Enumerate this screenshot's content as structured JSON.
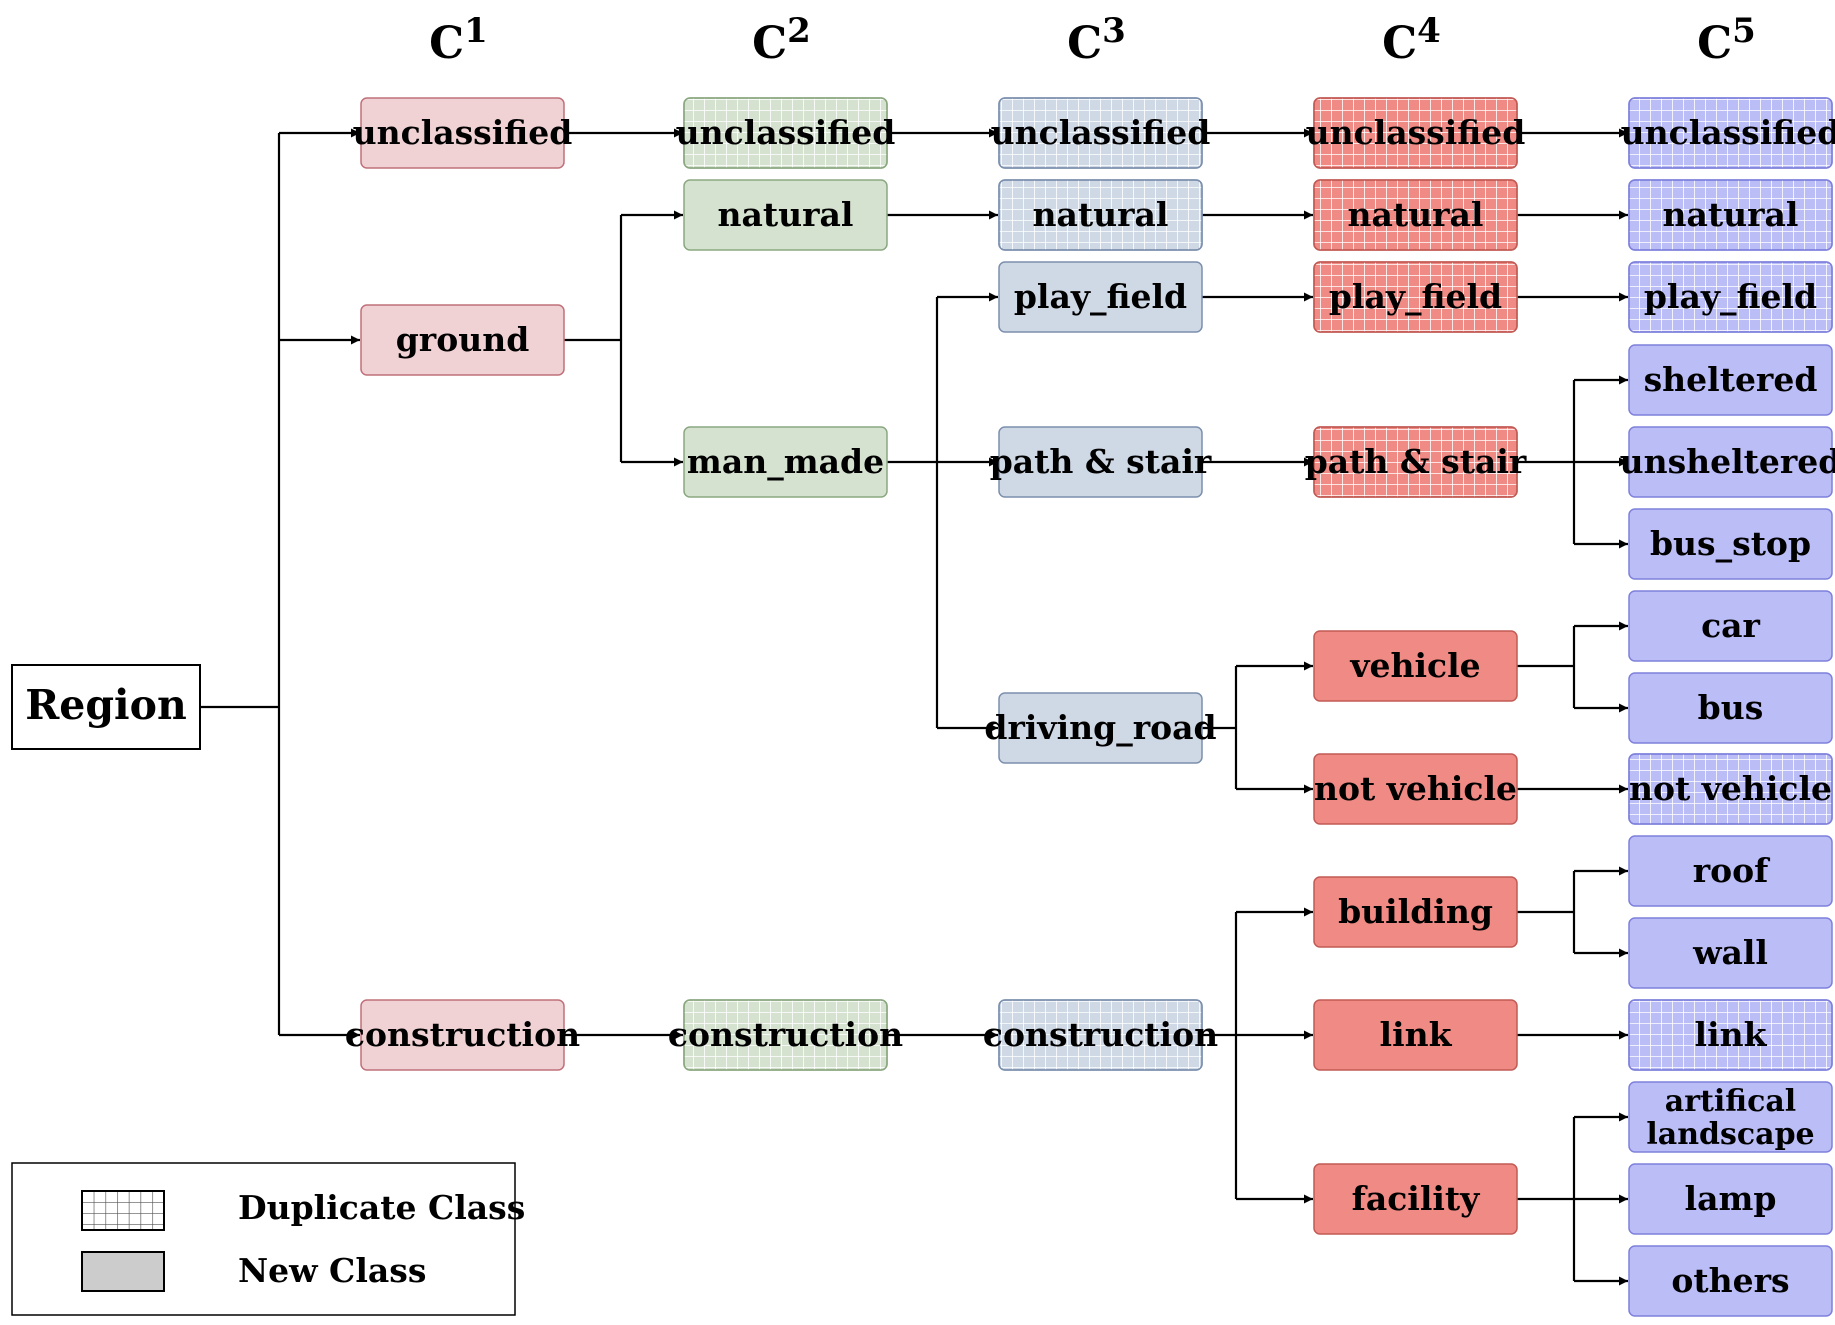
{
  "root": {
    "label": "Region"
  },
  "levels": [
    {
      "id": "c1",
      "base": "C",
      "sup": "1"
    },
    {
      "id": "c2",
      "base": "C",
      "sup": "2"
    },
    {
      "id": "c3",
      "base": "C",
      "sup": "3"
    },
    {
      "id": "c4",
      "base": "C",
      "sup": "4"
    },
    {
      "id": "c5",
      "base": "C",
      "sup": "5"
    }
  ],
  "colors": {
    "c1": {
      "fill": "#f0d2d5",
      "stroke": "#c0707a"
    },
    "c2": {
      "fill": "#d6e2d0",
      "stroke": "#8aa880"
    },
    "c3": {
      "fill": "#cfd8e5",
      "stroke": "#7c8fad"
    },
    "c4": {
      "fill": "#f08a84",
      "stroke": "#c25a55"
    },
    "c5": {
      "fill": "#bbbdf7",
      "stroke": "#7e80dc"
    },
    "grid": "#ffffff",
    "legend_new": "#cccccc"
  },
  "nodes": [
    {
      "id": "c1-unclassified",
      "level": "c1",
      "row": 0,
      "label": "unclassified",
      "duplicate": false
    },
    {
      "id": "c1-ground",
      "level": "c1",
      "row": 1,
      "label": "ground",
      "duplicate": false
    },
    {
      "id": "c1-construction",
      "level": "c1",
      "row": 2,
      "label": "construction",
      "duplicate": false
    },
    {
      "id": "c2-unclassified",
      "level": "c2",
      "row": 0,
      "label": "unclassified",
      "duplicate": true
    },
    {
      "id": "c2-natural",
      "level": "c2",
      "row": 1,
      "label": "natural",
      "duplicate": false
    },
    {
      "id": "c2-man_made",
      "level": "c2",
      "row": 2,
      "label": "man_made",
      "duplicate": false
    },
    {
      "id": "c2-construction",
      "level": "c2",
      "row": 3,
      "label": "construction",
      "duplicate": true
    },
    {
      "id": "c3-unclassified",
      "level": "c3",
      "row": 0,
      "label": "unclassified",
      "duplicate": true
    },
    {
      "id": "c3-natural",
      "level": "c3",
      "row": 1,
      "label": "natural",
      "duplicate": true
    },
    {
      "id": "c3-play_field",
      "level": "c3",
      "row": 2,
      "label": "play_field",
      "duplicate": false
    },
    {
      "id": "c3-path_stair",
      "level": "c3",
      "row": 3,
      "label": "path & stair",
      "duplicate": false
    },
    {
      "id": "c3-driving_road",
      "level": "c3",
      "row": 4,
      "label": "driving_road",
      "duplicate": false
    },
    {
      "id": "c3-construction",
      "level": "c3",
      "row": 5,
      "label": "construction",
      "duplicate": true
    },
    {
      "id": "c4-unclassified",
      "level": "c4",
      "row": 0,
      "label": "unclassified",
      "duplicate": true
    },
    {
      "id": "c4-natural",
      "level": "c4",
      "row": 1,
      "label": "natural",
      "duplicate": true
    },
    {
      "id": "c4-play_field",
      "level": "c4",
      "row": 2,
      "label": "play_field",
      "duplicate": true
    },
    {
      "id": "c4-path_stair",
      "level": "c4",
      "row": 3,
      "label": "path & stair",
      "duplicate": true
    },
    {
      "id": "c4-vehicle",
      "level": "c4",
      "row": 4,
      "label": "vehicle",
      "duplicate": false
    },
    {
      "id": "c4-not_vehicle",
      "level": "c4",
      "row": 5,
      "label": "not vehicle",
      "duplicate": false
    },
    {
      "id": "c4-building",
      "level": "c4",
      "row": 6,
      "label": "building",
      "duplicate": false
    },
    {
      "id": "c4-link",
      "level": "c4",
      "row": 7,
      "label": "link",
      "duplicate": false
    },
    {
      "id": "c4-facility",
      "level": "c4",
      "row": 8,
      "label": "facility",
      "duplicate": false
    },
    {
      "id": "c5-unclassified",
      "level": "c5",
      "row": 0,
      "label": "unclassified",
      "duplicate": true
    },
    {
      "id": "c5-natural",
      "level": "c5",
      "row": 1,
      "label": "natural",
      "duplicate": true
    },
    {
      "id": "c5-play_field",
      "level": "c5",
      "row": 2,
      "label": "play_field",
      "duplicate": true
    },
    {
      "id": "c5-sheltered",
      "level": "c5",
      "row": 3,
      "label": "sheltered",
      "duplicate": false
    },
    {
      "id": "c5-unsheltered",
      "level": "c5",
      "row": 4,
      "label": "unsheltered",
      "duplicate": false
    },
    {
      "id": "c5-bus_stop",
      "level": "c5",
      "row": 5,
      "label": "bus_stop",
      "duplicate": false
    },
    {
      "id": "c5-car",
      "level": "c5",
      "row": 6,
      "label": "car",
      "duplicate": false
    },
    {
      "id": "c5-bus",
      "level": "c5",
      "row": 7,
      "label": "bus",
      "duplicate": false
    },
    {
      "id": "c5-not_vehicle",
      "level": "c5",
      "row": 8,
      "label": "not vehicle",
      "duplicate": true
    },
    {
      "id": "c5-roof",
      "level": "c5",
      "row": 9,
      "label": "roof",
      "duplicate": false
    },
    {
      "id": "c5-wall",
      "level": "c5",
      "row": 10,
      "label": "wall",
      "duplicate": false
    },
    {
      "id": "c5-link",
      "level": "c5",
      "row": 11,
      "label": "link",
      "duplicate": true
    },
    {
      "id": "c5-artifical_landscape",
      "level": "c5",
      "row": 12,
      "label": "artifical\nlandscape",
      "duplicate": false
    },
    {
      "id": "c5-lamp",
      "level": "c5",
      "row": 13,
      "label": "lamp",
      "duplicate": false
    },
    {
      "id": "c5-others",
      "level": "c5",
      "row": 14,
      "label": "others",
      "duplicate": false
    }
  ],
  "edges": [
    {
      "from": "root",
      "to": [
        "c1-unclassified",
        "c1-ground",
        "c1-construction"
      ]
    },
    {
      "from": "c1-unclassified",
      "to": [
        "c2-unclassified"
      ]
    },
    {
      "from": "c1-ground",
      "to": [
        "c2-natural",
        "c2-man_made"
      ]
    },
    {
      "from": "c1-construction",
      "to": [
        "c2-construction"
      ]
    },
    {
      "from": "c2-unclassified",
      "to": [
        "c3-unclassified"
      ]
    },
    {
      "from": "c2-natural",
      "to": [
        "c3-natural"
      ]
    },
    {
      "from": "c2-man_made",
      "to": [
        "c3-play_field",
        "c3-path_stair",
        "c3-driving_road"
      ]
    },
    {
      "from": "c2-construction",
      "to": [
        "c3-construction"
      ]
    },
    {
      "from": "c3-unclassified",
      "to": [
        "c4-unclassified"
      ]
    },
    {
      "from": "c3-natural",
      "to": [
        "c4-natural"
      ]
    },
    {
      "from": "c3-play_field",
      "to": [
        "c4-play_field"
      ]
    },
    {
      "from": "c3-path_stair",
      "to": [
        "c4-path_stair"
      ]
    },
    {
      "from": "c3-driving_road",
      "to": [
        "c4-vehicle",
        "c4-not_vehicle"
      ]
    },
    {
      "from": "c3-construction",
      "to": [
        "c4-building",
        "c4-link",
        "c4-facility"
      ]
    },
    {
      "from": "c4-unclassified",
      "to": [
        "c5-unclassified"
      ]
    },
    {
      "from": "c4-natural",
      "to": [
        "c5-natural"
      ]
    },
    {
      "from": "c4-play_field",
      "to": [
        "c5-play_field"
      ]
    },
    {
      "from": "c4-path_stair",
      "to": [
        "c5-sheltered",
        "c5-unsheltered",
        "c5-bus_stop"
      ]
    },
    {
      "from": "c4-vehicle",
      "to": [
        "c5-car",
        "c5-bus"
      ]
    },
    {
      "from": "c4-not_vehicle",
      "to": [
        "c5-not_vehicle"
      ]
    },
    {
      "from": "c4-building",
      "to": [
        "c5-roof",
        "c5-wall"
      ]
    },
    {
      "from": "c4-link",
      "to": [
        "c5-link"
      ]
    },
    {
      "from": "c4-facility",
      "to": [
        "c5-artifical_landscape",
        "c5-lamp",
        "c5-others"
      ]
    }
  ],
  "legend": {
    "duplicate_label": "Duplicate Class",
    "new_label": "New Class"
  }
}
